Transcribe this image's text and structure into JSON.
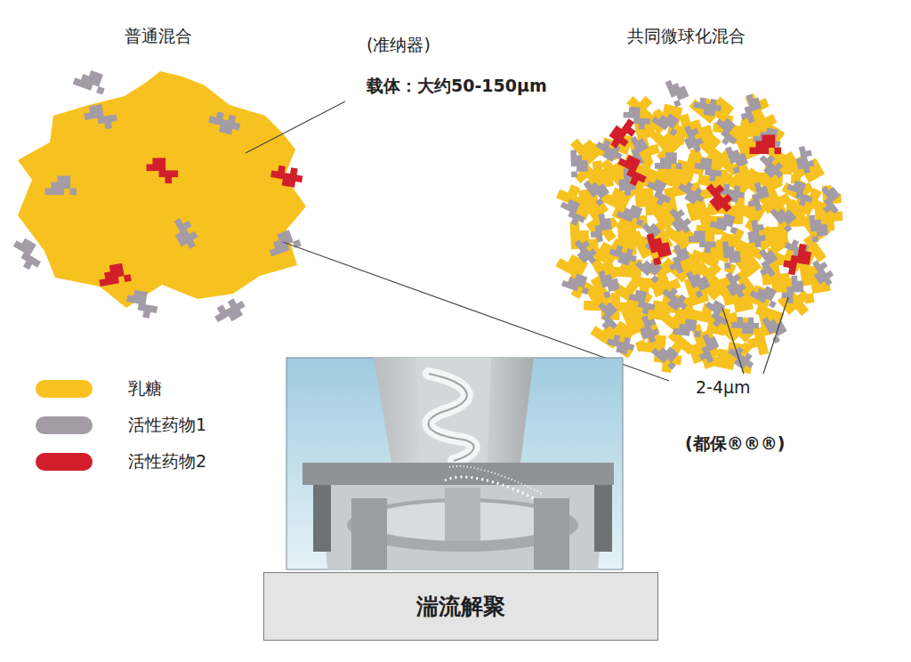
{
  "diagram": {
    "nodes": [
      {
        "text": [
          "普通混合"
        ]
      },
      {
        "text": [
          "共同微球化混合"
        ]
      },
      {
        "text": [
          "湍流解聚"
        ]
      }
    ],
    "labels": [
      "(准纳器)",
      "载体：大约50-150μm",
      "2-4μm",
      "(都保®®®)"
    ],
    "legend": [
      {
        "text": "乳糖",
        "color": "#f7c21f"
      },
      {
        "text": "活性药物1",
        "color": "#a39ca6"
      },
      {
        "text": "活性药物2",
        "color": "#d21f2b"
      }
    ]
  }
}
